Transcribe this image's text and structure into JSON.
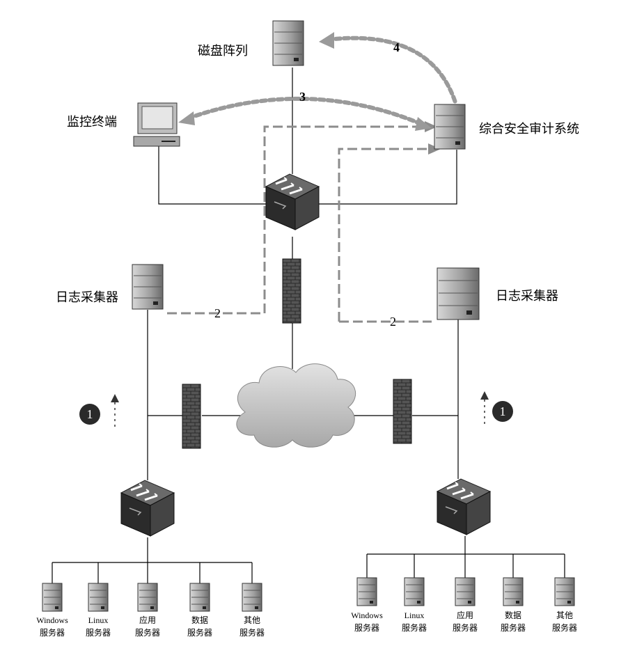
{
  "nodes": {
    "disk_array": "磁盘阵列",
    "monitor_terminal": "监控终端",
    "audit_system": "综合安全审计系统",
    "log_collector_left": "日志采集器",
    "log_collector_right": "日志采集器"
  },
  "flows": {
    "step1_left": "1",
    "step1_right": "1",
    "step2_left": "2",
    "step2_right": "2",
    "step3": "3",
    "step4": "4"
  },
  "servers_left": [
    {
      "line1": "Windows",
      "line2": "服务器"
    },
    {
      "line1": "Linux",
      "line2": "服务器"
    },
    {
      "line1": "应用",
      "line2": "服务器"
    },
    {
      "line1": "数据",
      "line2": "服务器"
    },
    {
      "line1": "其他",
      "line2": "服务器"
    }
  ],
  "servers_right": [
    {
      "line1": "Windows",
      "line2": "服务器"
    },
    {
      "line1": "Linux",
      "line2": "服务器"
    },
    {
      "line1": "应用",
      "line2": "服务器"
    },
    {
      "line1": "数据",
      "line2": "服务器"
    },
    {
      "line1": "其他",
      "line2": "服务器"
    }
  ],
  "colors": {
    "line": "#000000",
    "dash": "#9a9a9a",
    "cloud": "#c8c8c8",
    "device": "#3a3a3a"
  }
}
